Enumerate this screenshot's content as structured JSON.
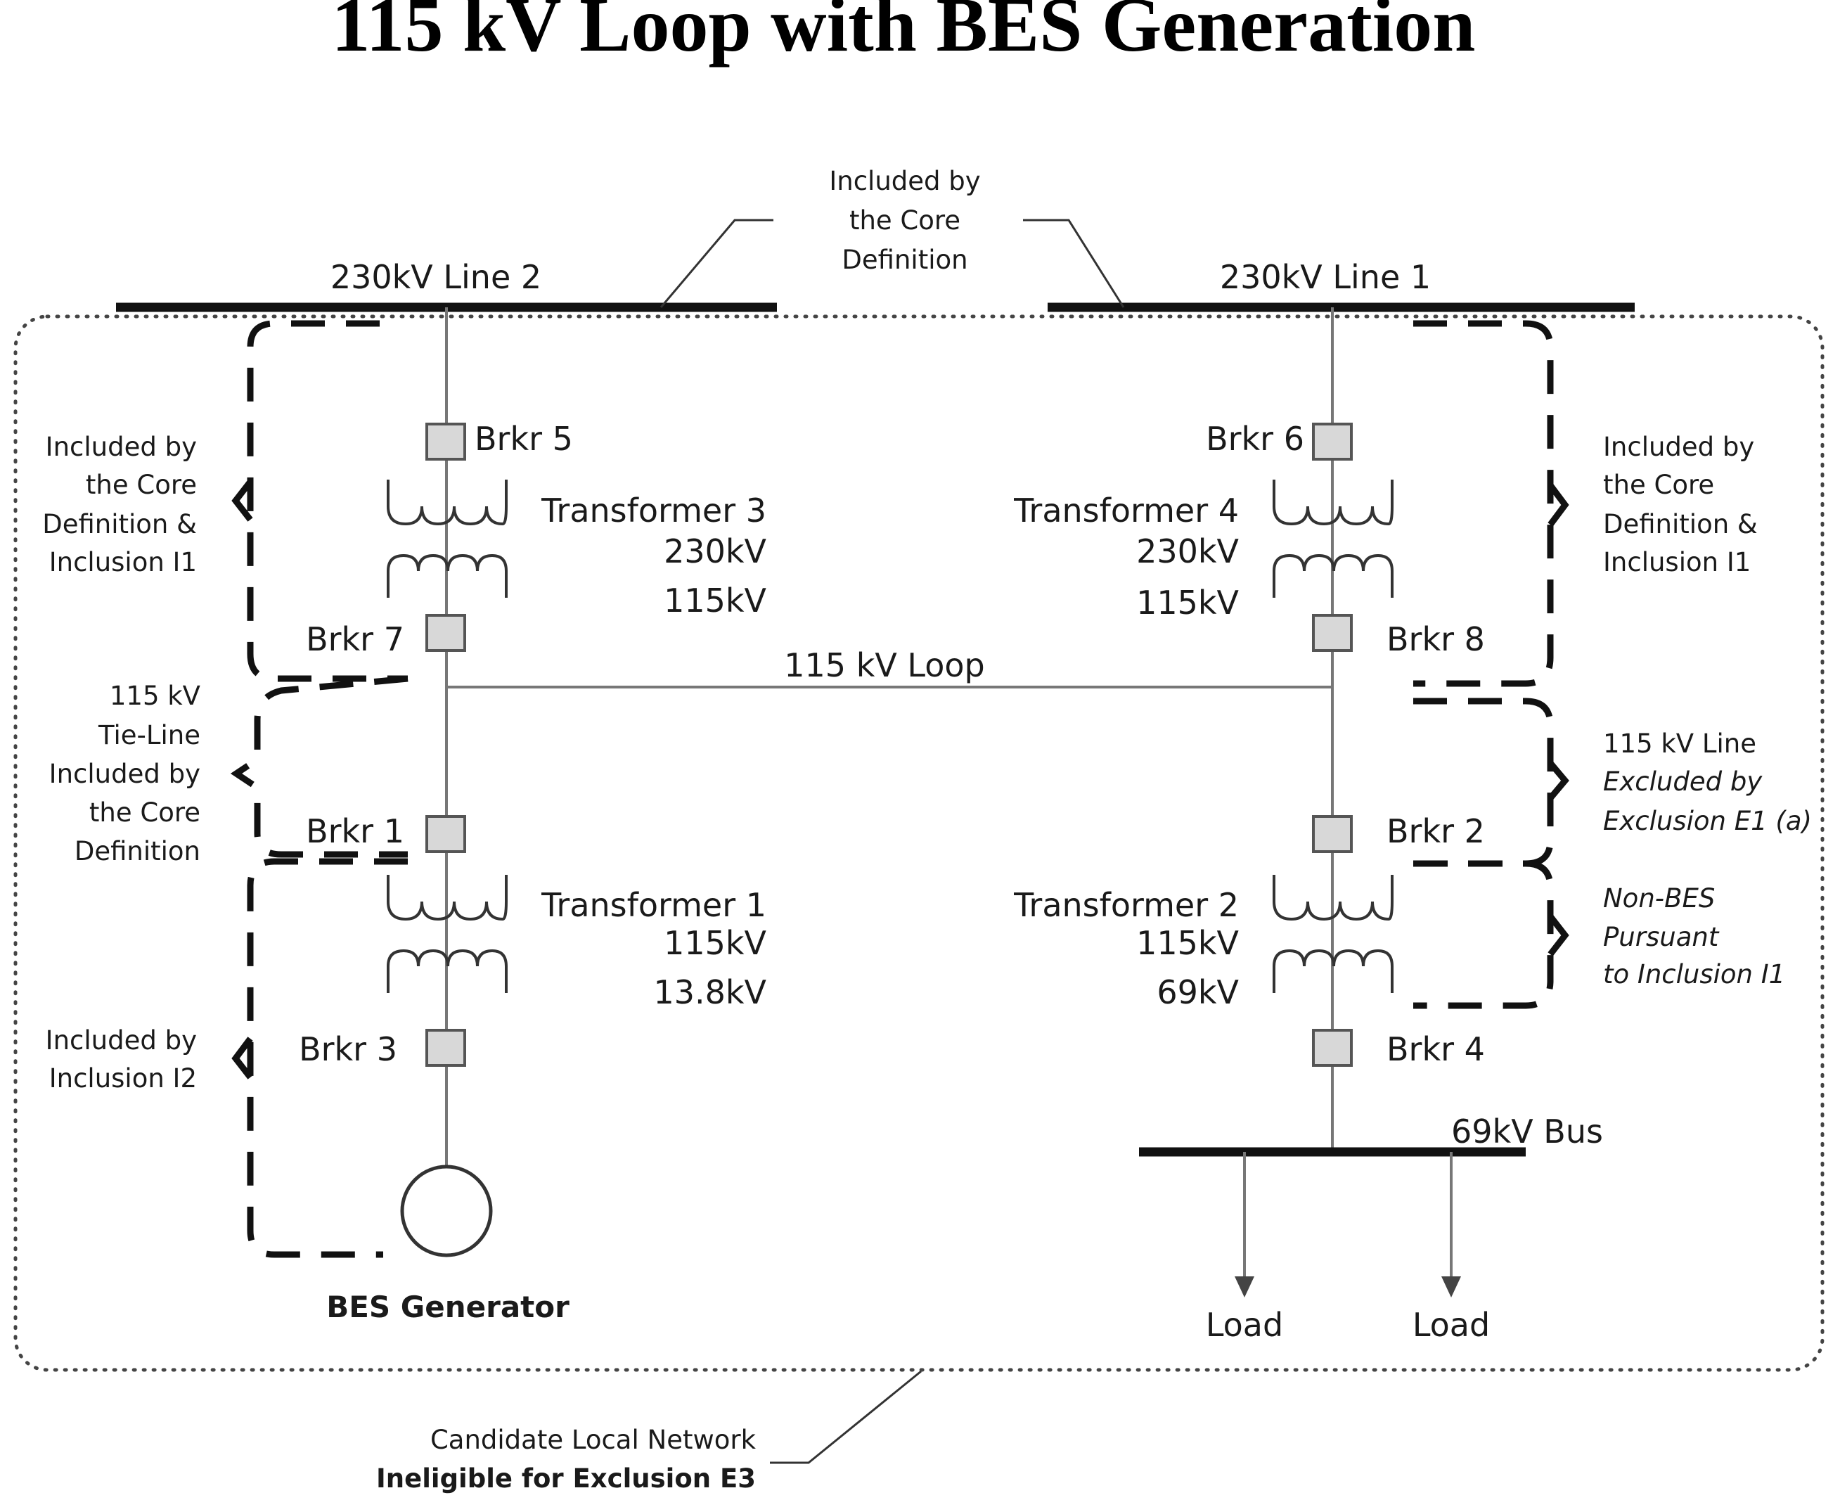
{
  "title": "115 kV Loop with BES Generation",
  "buses": {
    "line2": "230kV Line 2",
    "line1": "230kV Line 1",
    "loop": "115 kV Loop",
    "bus69": "69kV Bus"
  },
  "breakers": {
    "b1": "Brkr 1",
    "b2": "Brkr 2",
    "b3": "Brkr 3",
    "b4": "Brkr 4",
    "b5": "Brkr 5",
    "b6": "Brkr 6",
    "b7": "Brkr 7",
    "b8": "Brkr 8"
  },
  "transformers": {
    "t1": {
      "name": "Transformer 1",
      "hv": "115kV",
      "lv": "13.8kV"
    },
    "t2": {
      "name": "Transformer 2",
      "hv": "115kV",
      "lv": "69kV"
    },
    "t3": {
      "name": "Transformer 3",
      "hv": "230kV",
      "lv": "115kV"
    },
    "t4": {
      "name": "Transformer 4",
      "hv": "230kV",
      "lv": "115kV"
    }
  },
  "generator": "BES Generator",
  "loads": [
    "Load",
    "Load"
  ],
  "annotations": {
    "top": [
      "Included by",
      "the Core",
      "Definition"
    ],
    "left_upper": [
      "Included  by",
      "the Core",
      "Definition &",
      "Inclusion I1"
    ],
    "left_tie": [
      "115 kV",
      "Tie-Line",
      "Included by",
      "the Core",
      "Definition"
    ],
    "left_lower": [
      "Included  by",
      "Inclusion I2"
    ],
    "right_upper": [
      "Included  by",
      "the Core",
      "Definition &",
      "Inclusion I1"
    ],
    "right_excluded": [
      "115 kV Line",
      "Excluded by",
      "Exclusion E1 (a)"
    ],
    "right_nonbes": [
      "Non-BES",
      "Pursuant",
      "to Inclusion I1"
    ],
    "bottom": [
      "Candidate Local Network",
      "Ineligible for Exclusion E3"
    ]
  }
}
